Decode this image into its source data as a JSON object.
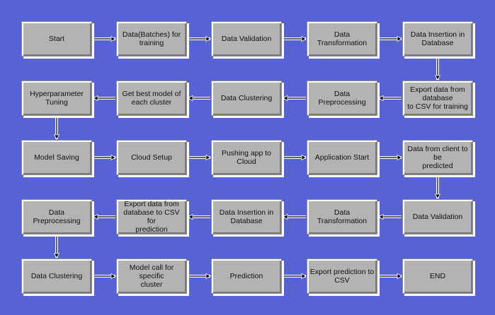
{
  "diagram": {
    "background": "#5762d5",
    "node_fill": "#b3b3b3",
    "rows": [
      [
        "Start",
        "Data(Batches) for\ntraining",
        "Data Validation",
        "Data Transformation",
        "Data Insertion in\nDatabase"
      ],
      [
        "Hyperparameter\nTuning",
        "Get best model of\neach cluster",
        "Data Clustering",
        "Data Preprocessing",
        "Export data from\ndatabase\nto CSV for training"
      ],
      [
        "Model Saving",
        "Cloud Setup",
        "Pushing app to Cloud",
        "Application Start",
        "Data from client to be\npredicted"
      ],
      [
        "Data Preprocessing",
        "Export data from\ndatabase to CSV for\nprediction",
        "Data Insertion in\nDatabase",
        "Data Transformation",
        "Data Validation"
      ],
      [
        "Data Clustering",
        "Model call for specific\ncluster",
        "Prediction",
        "Export prediction  to\nCSV",
        "END"
      ]
    ],
    "row_direction": [
      "right",
      "left",
      "right",
      "left",
      "right"
    ]
  }
}
